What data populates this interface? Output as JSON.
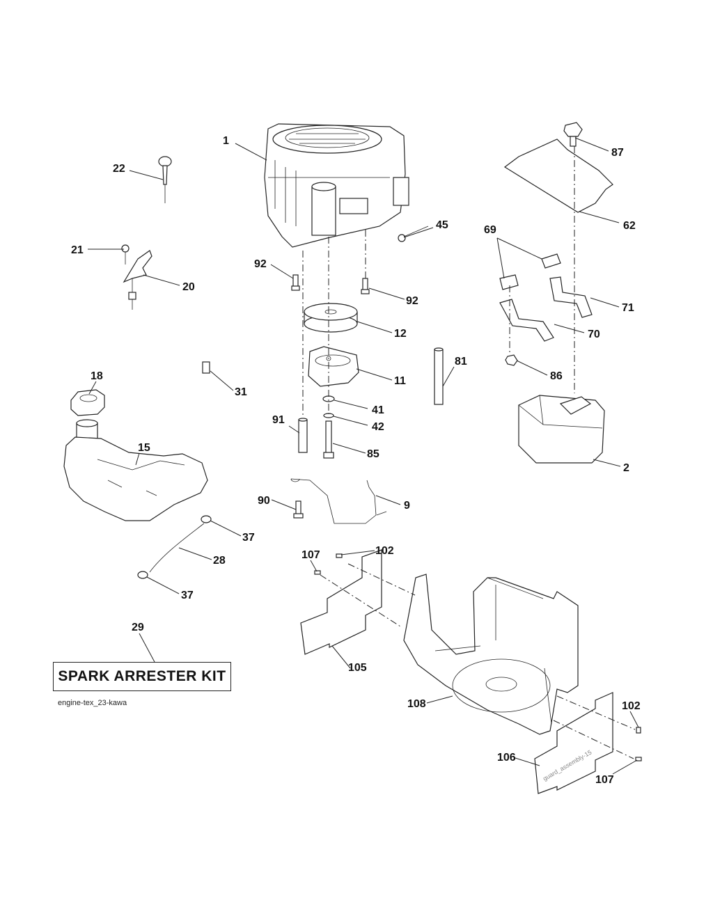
{
  "diagram": {
    "kit_label": "SPARK ARRESTER KIT",
    "file_label": "engine-tex_23-kawa",
    "watermark": "guard_assembly-15",
    "callouts": [
      {
        "id": "c1",
        "text": "1"
      },
      {
        "id": "c22",
        "text": "22"
      },
      {
        "id": "c87",
        "text": "87"
      },
      {
        "id": "c62",
        "text": "62"
      },
      {
        "id": "c45",
        "text": "45"
      },
      {
        "id": "c69",
        "text": "69"
      },
      {
        "id": "c21",
        "text": "21"
      },
      {
        "id": "c20",
        "text": "20"
      },
      {
        "id": "c92a",
        "text": "92"
      },
      {
        "id": "c92b",
        "text": "92"
      },
      {
        "id": "c71",
        "text": "71"
      },
      {
        "id": "c12",
        "text": "12"
      },
      {
        "id": "c70",
        "text": "70"
      },
      {
        "id": "c81",
        "text": "81"
      },
      {
        "id": "c86",
        "text": "86"
      },
      {
        "id": "c31",
        "text": "31"
      },
      {
        "id": "c11",
        "text": "11"
      },
      {
        "id": "c18",
        "text": "18"
      },
      {
        "id": "c41",
        "text": "41"
      },
      {
        "id": "c91",
        "text": "91"
      },
      {
        "id": "c42",
        "text": "42"
      },
      {
        "id": "c15",
        "text": "15"
      },
      {
        "id": "c85",
        "text": "85"
      },
      {
        "id": "c2",
        "text": "2"
      },
      {
        "id": "c90",
        "text": "90"
      },
      {
        "id": "c9",
        "text": "9"
      },
      {
        "id": "c37a",
        "text": "37"
      },
      {
        "id": "c28",
        "text": "28"
      },
      {
        "id": "c107a",
        "text": "107"
      },
      {
        "id": "c102a",
        "text": "102"
      },
      {
        "id": "c37b",
        "text": "37"
      },
      {
        "id": "c29",
        "text": "29"
      },
      {
        "id": "c105",
        "text": "105"
      },
      {
        "id": "c108",
        "text": "108"
      },
      {
        "id": "c102b",
        "text": "102"
      },
      {
        "id": "c106",
        "text": "106"
      },
      {
        "id": "c107b",
        "text": "107"
      }
    ]
  }
}
